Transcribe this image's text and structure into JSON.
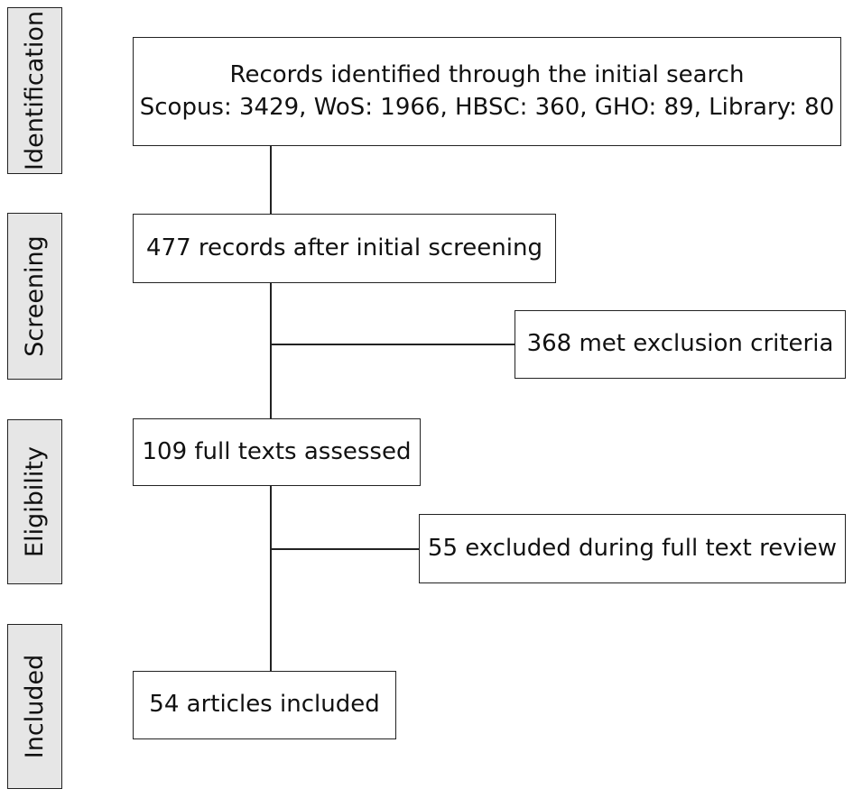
{
  "stages": [
    {
      "id": "identification",
      "label": "Identification"
    },
    {
      "id": "screening",
      "label": "Screening"
    },
    {
      "id": "eligibility",
      "label": "Eligibility"
    },
    {
      "id": "included",
      "label": "Included"
    }
  ],
  "boxes": {
    "initial_search": {
      "line1": "Records identified through the initial search",
      "line2": "Scopus: 3429, WoS: 1966, HBSC: 360, GHO: 89, Library: 80"
    },
    "after_screening": "477 records after initial screening",
    "exclusion_criteria": "368 met exclusion criteria",
    "full_texts": "109 full texts assessed",
    "excluded_review": "55 excluded during full text review",
    "included": "54 articles included"
  }
}
